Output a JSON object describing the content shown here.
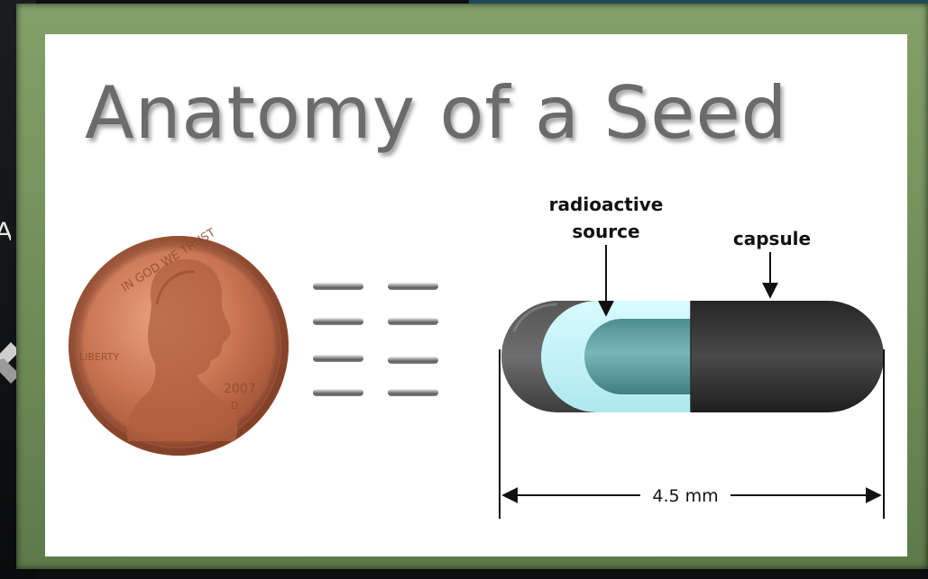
{
  "title": "Anatomy of a Seed",
  "labels": {
    "radioactive_source": [
      "radioactive",
      "source"
    ],
    "capsule": "capsule",
    "length": "4.5 mm"
  },
  "coin": {
    "motto": "IN GOD WE TRUST",
    "word": "LIBERTY",
    "year": "2007",
    "mint_mark": "D"
  },
  "backdrop": {
    "partial_letter": "AN"
  },
  "colors": {
    "title": "#6b6b6b",
    "frame": "#7a9662",
    "source_core": "#5a9a9c",
    "source_shell": "#c4f4f8",
    "capsule": "#3a3a3a",
    "penny": "#c46f4e"
  }
}
